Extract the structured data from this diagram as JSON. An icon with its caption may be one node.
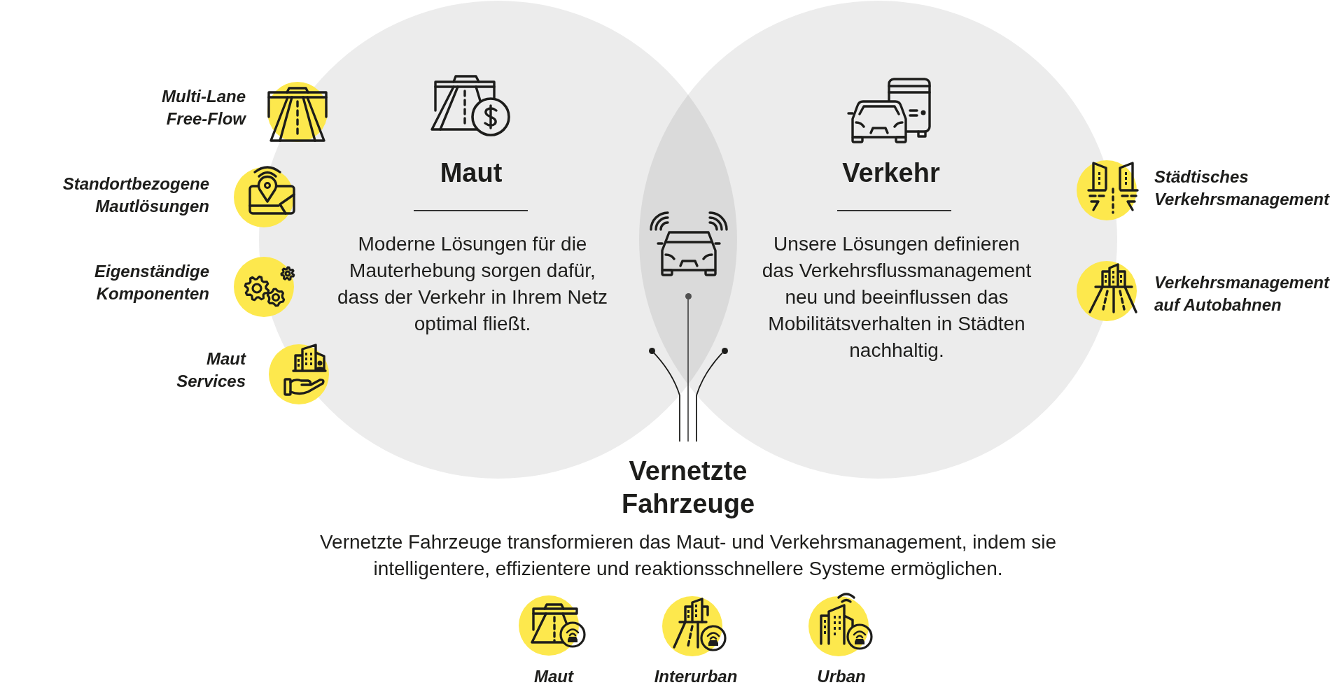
{
  "diagram": {
    "nodes": [
      {
        "text": [
          "Maut",
          "Moderne Lösungen für die Mauterhebung sorgen dafür, dass der Verkehr in Ihrem Netz optimal fließt."
        ]
      },
      {
        "text": [
          "Verkehr",
          "Unsere Lösungen definieren das Verkehrsflussmanagement neu und beeinflussen das Mobilitätsverhalten in Städten nachhaltig."
        ]
      },
      {
        "text": [],
        "shape": "circle"
      },
      {
        "text": [],
        "shape": "circle",
        "in": 0
      },
      {
        "text": [],
        "shape": "circle",
        "in": 1
      },
      {
        "text": [
          "Vernetzte Fahrzeuge",
          "Vernetzte Fahrzeuge transformieren das Maut- und Verkehrsmanagement, indem sie intelligentere, effizientere und reaktionsschnellere Systeme ermöglichen."
        ]
      }
    ],
    "edges": [
      {
        "from": 3,
        "to": 5,
        "arrow": "none"
      },
      {
        "from": 2,
        "to": 5,
        "arrow": "none",
        "color": "#505050"
      },
      {
        "from": 4,
        "to": 5,
        "arrow": "none"
      }
    ],
    "labels": [
      "Multi-Lane Free-Flow",
      "Standortbezogene Mautlösungen",
      "Eigenständige Komponenten",
      "Maut Services",
      "Städtisches Verkehrsmanagement",
      "Verkehrsmanagement auf Autobahnen",
      "Maut",
      "Interurban",
      "Urban"
    ]
  }
}
